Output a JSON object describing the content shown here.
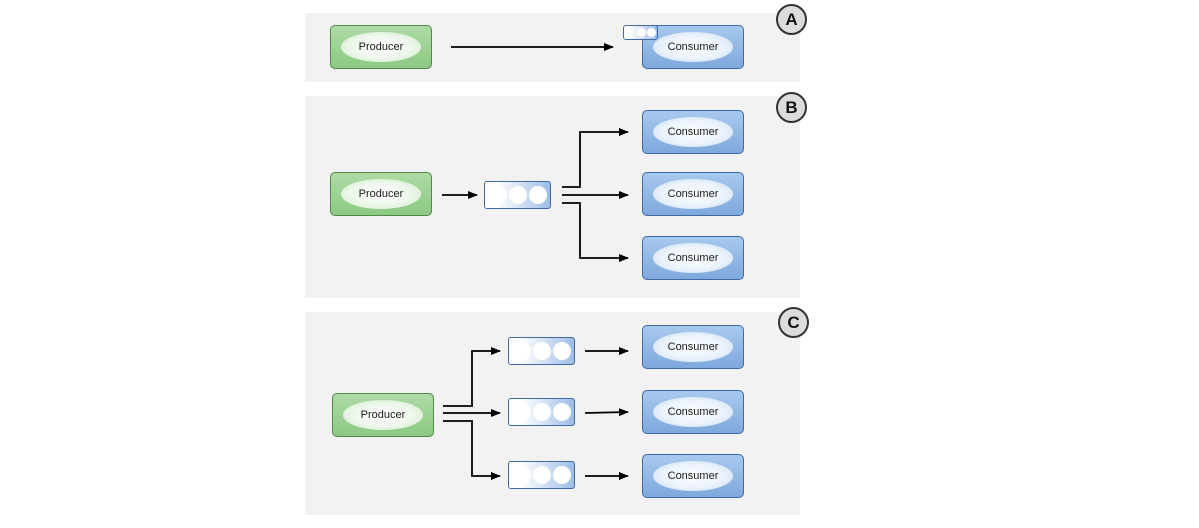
{
  "panels": [
    {
      "badge": "A",
      "producer": "Producer",
      "consumers": [
        "Consumer"
      ]
    },
    {
      "badge": "B",
      "producer": "Producer",
      "consumers": [
        "Consumer",
        "Consumer",
        "Consumer"
      ]
    },
    {
      "badge": "C",
      "producer": "Producer",
      "consumers": [
        "Consumer",
        "Consumer",
        "Consumer"
      ]
    }
  ],
  "colors": {
    "producer_fill": "#9fd496",
    "consumer_fill": "#8fb4e4",
    "panel_bg": "#f2f2f2",
    "arrow": "#000000"
  }
}
